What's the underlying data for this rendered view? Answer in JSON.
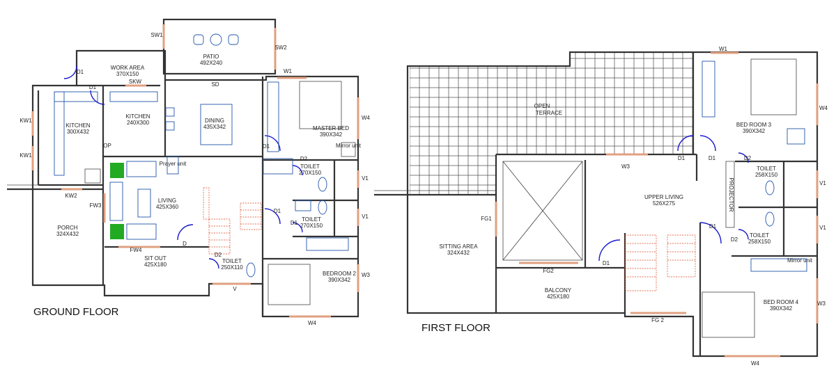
{
  "ground_floor": {
    "title": "GROUND FLOOR",
    "rooms": [
      {
        "name": "PATIO",
        "size": "492X240"
      },
      {
        "name": "WORK AREA",
        "size": "370X150"
      },
      {
        "name": "KITCHEN",
        "size": "300X432"
      },
      {
        "name": "KITCHEN",
        "size": "240X300"
      },
      {
        "name": "DINING",
        "size": "435X342"
      },
      {
        "name": "MASTER BED",
        "size": "390X342"
      },
      {
        "name": "TOILET",
        "size": "270X150"
      },
      {
        "name": "TOILET",
        "size": "270X150"
      },
      {
        "name": "LIVING",
        "size": "425X360"
      },
      {
        "name": "PORCH",
        "size": "324X432"
      },
      {
        "name": "SIT OUT",
        "size": "425X180"
      },
      {
        "name": "TOILET",
        "size": "250X110"
      },
      {
        "name": "BEDROOM 2",
        "size": "390X342"
      }
    ],
    "tags": [
      "SW1",
      "SW2",
      "D1",
      "D1",
      "W1",
      "SD",
      "SKW",
      "KW1",
      "KW1",
      "OP",
      "W4",
      "D1",
      "D2",
      "V1",
      "V1",
      "D1",
      "D1",
      "KW2",
      "FW3",
      "FW4",
      "D",
      "D2",
      "V",
      "W3",
      "W4",
      "Mirror unit",
      "Prayer unit"
    ]
  },
  "first_floor": {
    "title": "FIRST FLOOR",
    "rooms": [
      {
        "name": "OPEN TERRACE",
        "size": ""
      },
      {
        "name": "BED ROOM 3",
        "size": "390X342"
      },
      {
        "name": "TOILET",
        "size": "258X150"
      },
      {
        "name": "UPPER LIVING",
        "size": "526X275"
      },
      {
        "name": "TOILET",
        "size": "258X150"
      },
      {
        "name": "SITTING AREA",
        "size": "324X432"
      },
      {
        "name": "BALCONY",
        "size": "425X180"
      },
      {
        "name": "BED ROOM 4",
        "size": "390X342"
      }
    ],
    "tags": [
      "W1",
      "W4",
      "W3",
      "D1",
      "D1",
      "D2",
      "PROJECTOR",
      "V1",
      "V1",
      "D1",
      "D2",
      "FG1",
      "FG2",
      "D1",
      "FG 2",
      "W3",
      "W4",
      "Mirror unit"
    ]
  },
  "colors": {
    "wall": "#333333",
    "door": "#1a1acc",
    "window": "#e0a080",
    "stair": "#d9441f",
    "furniture": "#2255aa",
    "planter": "#22aa22"
  }
}
